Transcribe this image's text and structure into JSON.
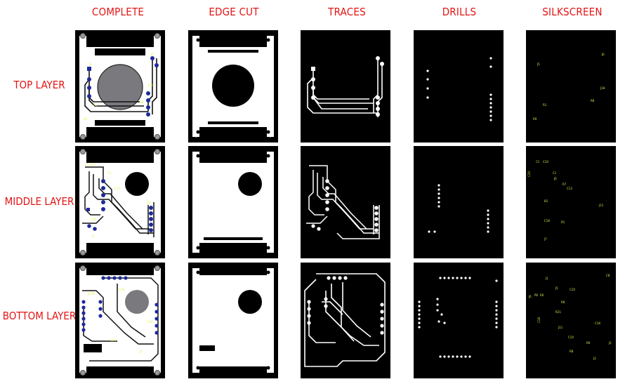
{
  "columns": [
    "COMPLETE",
    "EDGE CUT",
    "TRACES",
    "DRILLS",
    "SILKSCREEN"
  ],
  "rows": [
    "TOP LAYER",
    "MIDDLE LAYER",
    "BOTTOM LAYER"
  ],
  "colors": {
    "label": "#e41414",
    "tile": "#000000",
    "pad": "#1e2a9a",
    "silk": "#e6f04a",
    "hole": "#7a7a7e"
  },
  "silkscreen": {
    "top": [
      "J6",
      "J5",
      "J18",
      "R1",
      "R9",
      "R8"
    ],
    "middle": [
      "C1",
      "C10",
      "C19",
      "C1",
      "J6",
      "R7",
      "C13",
      "B1",
      "J11",
      "C18",
      "R1",
      "J7"
    ],
    "bottom": [
      "J1",
      "J6",
      "P8",
      "R6",
      "J5",
      "C10",
      "R8",
      "C8",
      "C18",
      "R21",
      "J11",
      "C18",
      "C10",
      "R8",
      "R6",
      "J2",
      "J3"
    ]
  }
}
